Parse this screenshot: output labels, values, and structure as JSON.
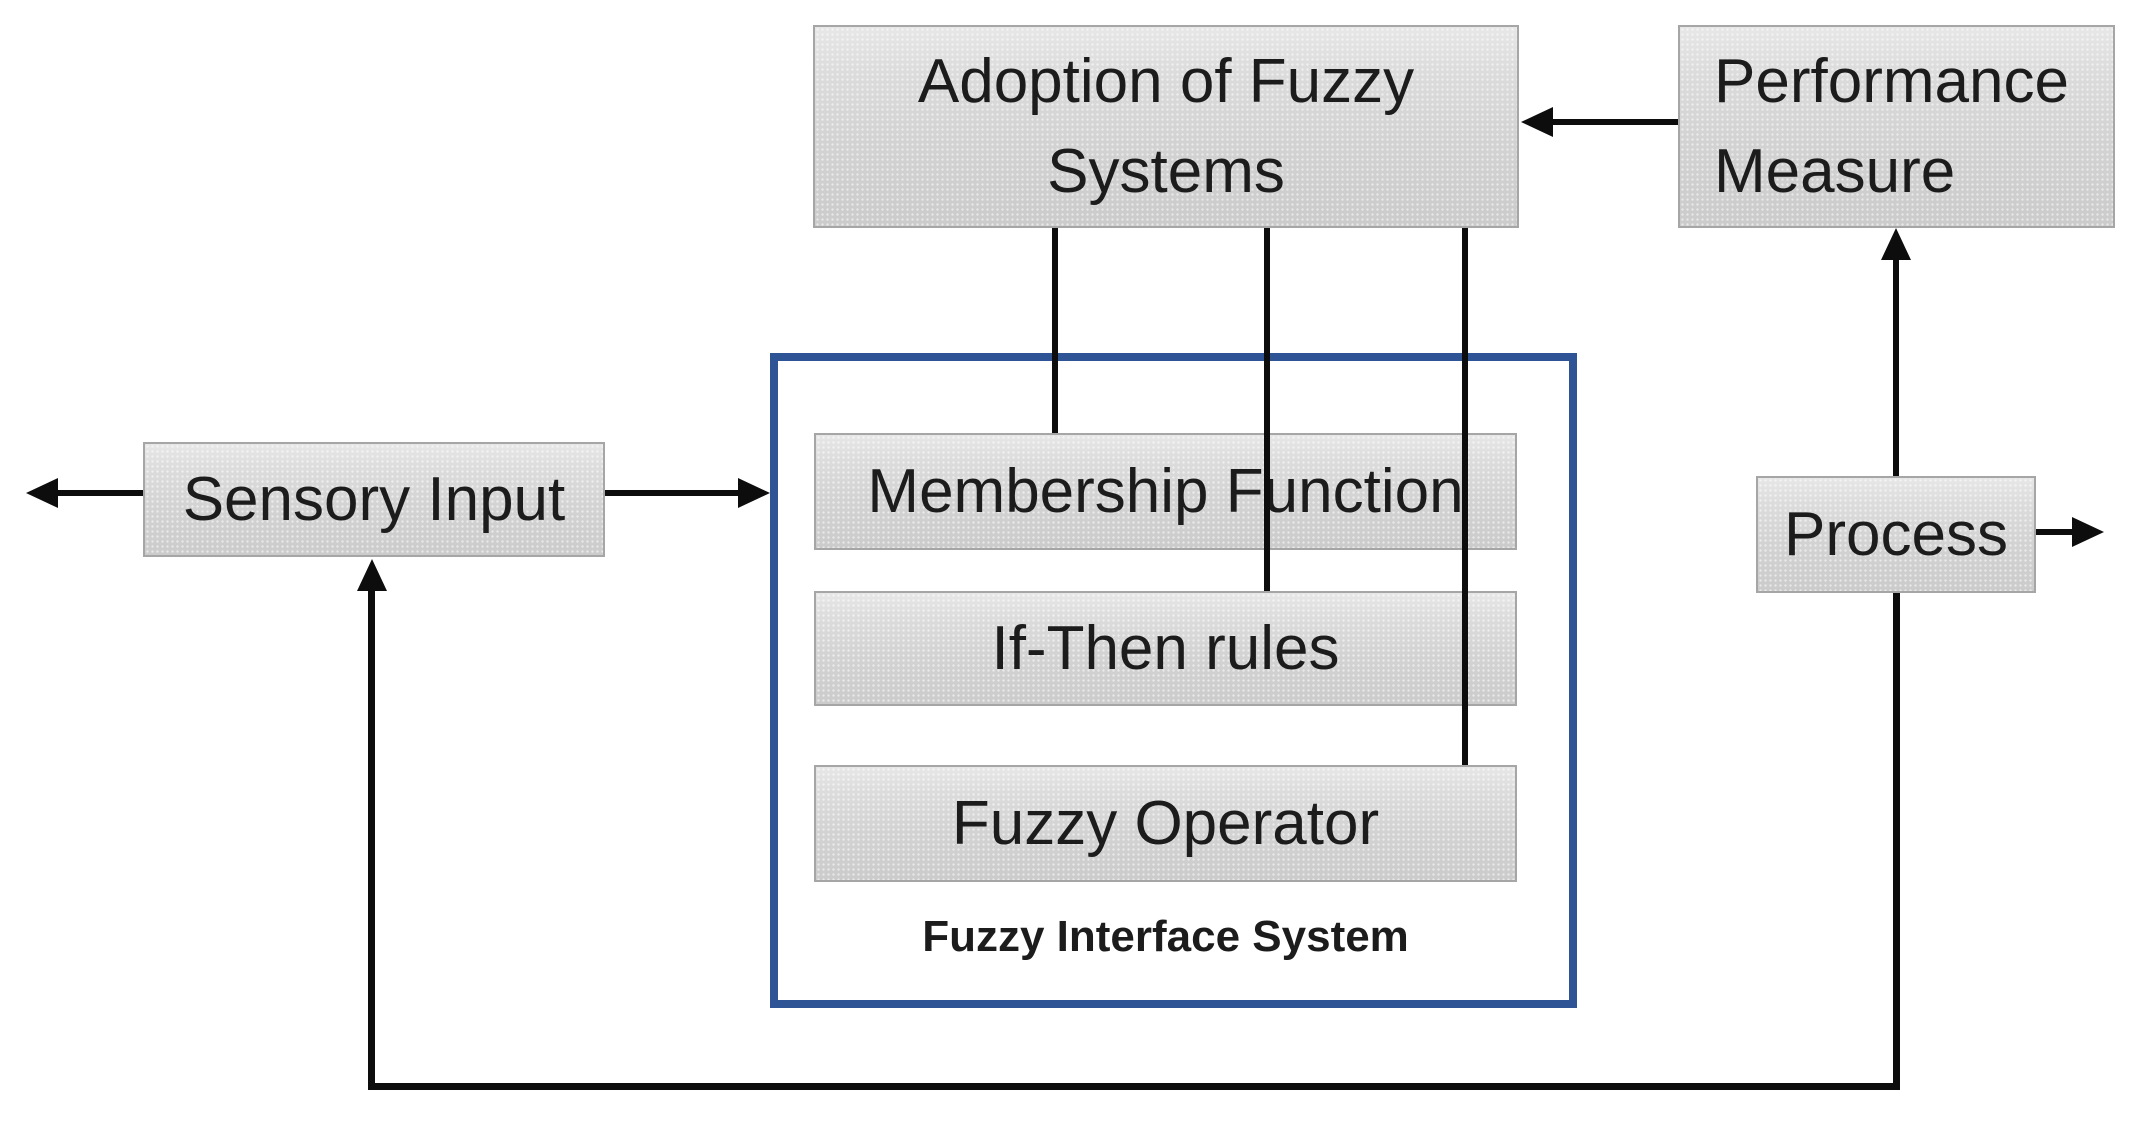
{
  "diagram": {
    "title_implicit": "Fuzzy system adoption feedback loop",
    "boxes": {
      "adoption": {
        "label": "Adoption of Fuzzy Systems"
      },
      "performance": {
        "label": "Performance Measure"
      },
      "sensory": {
        "label": "Sensory Input"
      },
      "membership": {
        "label": "Membership Function"
      },
      "if_then": {
        "label": "If-Then rules"
      },
      "fuzzy_operator": {
        "label": "Fuzzy Operator"
      },
      "process": {
        "label": "Process"
      }
    },
    "container": {
      "label": "Fuzzy Interface System"
    },
    "connections": [
      "performance-measure -> adoption-of-fuzzy-systems",
      "adoption-of-fuzzy-systems -> membership-function",
      "adoption-of-fuzzy-systems -> if-then-rules",
      "adoption-of-fuzzy-systems -> fuzzy-operator",
      "sensory-input -> fuzzy-interface-system",
      "sensory-input -> external-left",
      "process -> performance-measure",
      "process -> external-right",
      "process -> sensory-input (feedback loop)"
    ],
    "colors": {
      "box_fill": "#d3d3d3",
      "box_border": "#a6a6a6",
      "container_border": "#2f5496",
      "connector": "#0d0d0d",
      "text": "#1c1c1c",
      "background": "#ffffff"
    }
  }
}
